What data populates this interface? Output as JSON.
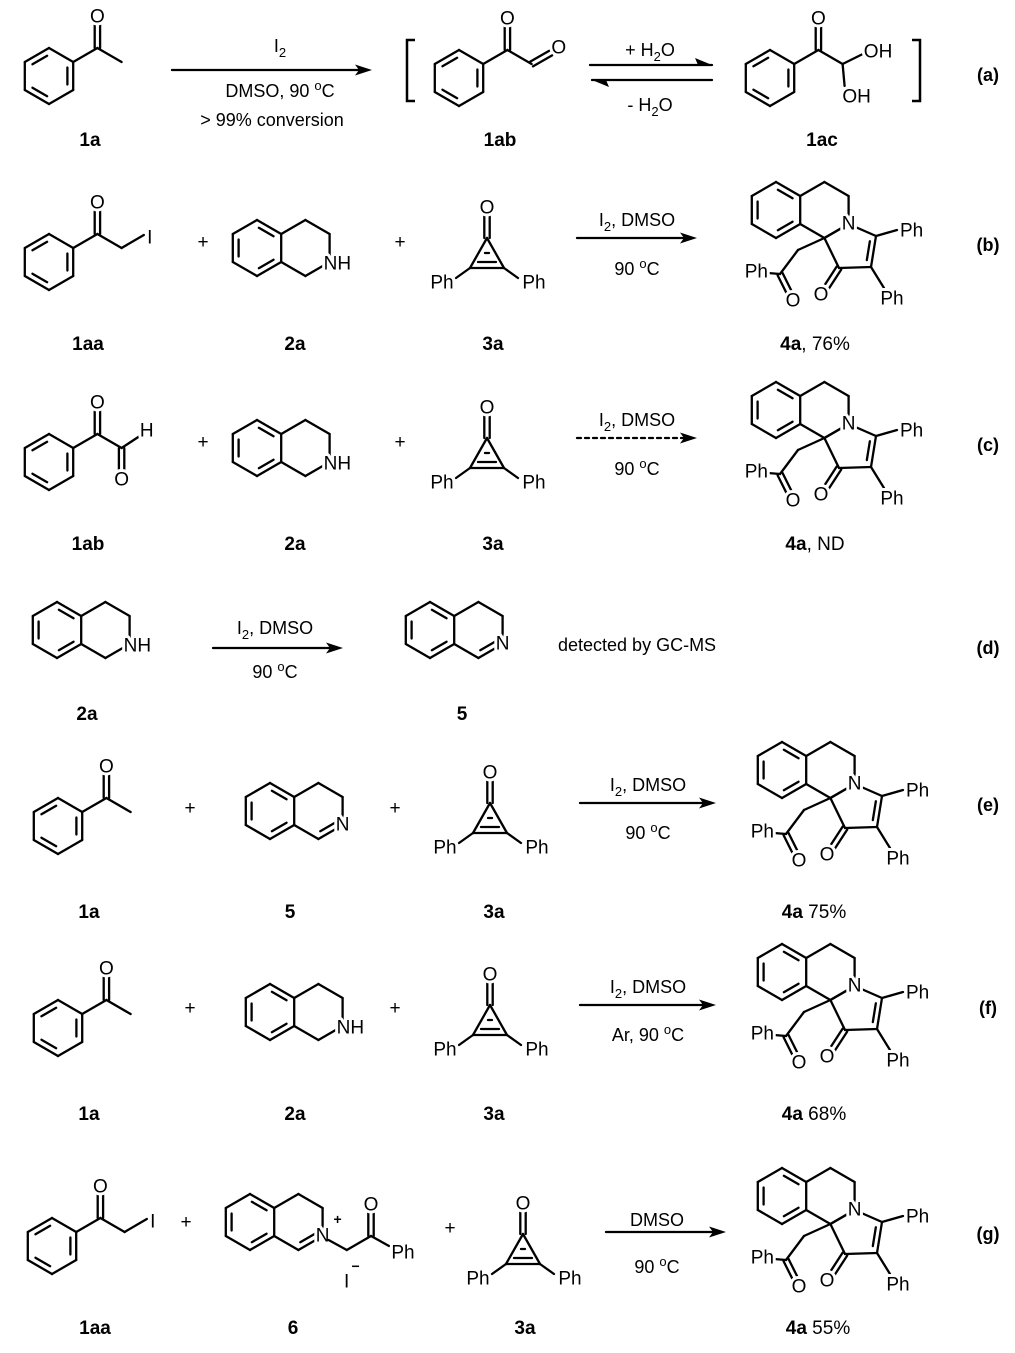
{
  "atoms": {
    "O": "O",
    "N": "N",
    "NH": "NH",
    "Ph": "Ph",
    "I": "I",
    "OH": "OH",
    "H": "H",
    "plus": "+",
    "minus": "−",
    "charge_dot": "-"
  },
  "plus_sign": "+",
  "rows": [
    {
      "id": "a",
      "tag": "(a)",
      "labels": [
        "1a",
        "1ab",
        "1ac"
      ],
      "cond_top": [
        "I",
        "2"
      ],
      "cond_bottom": [
        "DMSO, 90 ",
        "o",
        "C"
      ],
      "cond_extra": "> 99% conversion",
      "eq_top": [
        "+ H",
        "2",
        "O"
      ],
      "eq_bottom": [
        "- H",
        "2",
        "O"
      ]
    },
    {
      "id": "b",
      "tag": "(b)",
      "labels": [
        "1aa",
        "2a",
        "3a"
      ],
      "cond_top": [
        "I",
        "2",
        ", DMSO"
      ],
      "cond_bottom": [
        "90 ",
        "o",
        "C"
      ],
      "product": {
        "compound": "4a",
        "yield": ", 76%"
      }
    },
    {
      "id": "c",
      "tag": "(c)",
      "labels": [
        "1ab",
        "2a",
        "3a"
      ],
      "cond_top": [
        "I",
        "2",
        ", DMSO"
      ],
      "cond_bottom": [
        "90 ",
        "o",
        "C"
      ],
      "product": {
        "compound": "4a",
        "yield": ", ND"
      }
    },
    {
      "id": "d",
      "tag": "(d)",
      "labels": [
        "2a",
        "5"
      ],
      "cond_top": [
        "I",
        "2",
        ", DMSO"
      ],
      "cond_bottom": [
        "90 ",
        "o",
        "C"
      ],
      "note": "detected by GC-MS"
    },
    {
      "id": "e",
      "tag": "(e)",
      "labels": [
        "1a",
        "5",
        "3a"
      ],
      "cond_top": [
        "I",
        "2",
        ", DMSO"
      ],
      "cond_bottom": [
        "90 ",
        "o",
        "C"
      ],
      "product": {
        "compound": "4a",
        "yield": " 75%"
      }
    },
    {
      "id": "f",
      "tag": "(f)",
      "labels": [
        "1a",
        "2a",
        "3a"
      ],
      "cond_top": [
        "I",
        "2",
        ", DMSO"
      ],
      "cond_bottom": [
        "Ar, 90 ",
        "o",
        "C"
      ],
      "product": {
        "compound": "4a",
        "yield": " 68%"
      }
    },
    {
      "id": "g",
      "tag": "(g)",
      "labels": [
        "1aa",
        "6",
        "3a"
      ],
      "cond_top": [
        "DMSO"
      ],
      "cond_bottom": [
        "90 ",
        "o",
        "C"
      ],
      "product": {
        "compound": "4a",
        "yield": " 55%"
      }
    }
  ]
}
